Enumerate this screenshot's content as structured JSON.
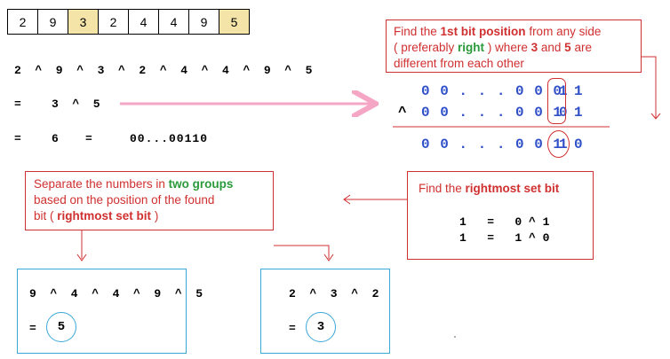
{
  "array": [
    {
      "value": "2",
      "highlight": false
    },
    {
      "value": "9",
      "highlight": false
    },
    {
      "value": "3",
      "highlight": true
    },
    {
      "value": "2",
      "highlight": false
    },
    {
      "value": "4",
      "highlight": false
    },
    {
      "value": "4",
      "highlight": false
    },
    {
      "value": "9",
      "highlight": false
    },
    {
      "value": "5",
      "highlight": true
    }
  ],
  "xor_lines": {
    "line1": "2  ^  9  ^  3  ^  2  ^  4  ^  4  ^  9  ^  5",
    "line2_eq": "=",
    "line2_expr": "3  ^  5",
    "line3_eq": "=",
    "line3_val": "6",
    "line3_eq2": "=",
    "line3_bin": "00...00110"
  },
  "find_box": {
    "p1": "Find  the",
    "p1_bold": "1st  bit  position",
    "p1_end": "from  any side",
    "p2_start": "( preferably",
    "p2_green": "right",
    "p2_mid": ")   where",
    "p2_b1": "3",
    "p2_and": "and",
    "p2_b2": "5",
    "p2_end": "are",
    "p3": "different  from  each  other"
  },
  "bit_rows": {
    "row1_prefix": "0 0 . . . 0 0 0",
    "row1_boxed": "1",
    "row1_last": "1",
    "row2_op": "^",
    "row2_prefix": "0 0 . . . 0 0 1",
    "row2_boxed": "0",
    "row2_last": "1",
    "row3_prefix": "0 0 . . . 0 0 1",
    "row3_circled": "1",
    "row3_last": "0"
  },
  "rightmost_box": {
    "title_start": "Find  the",
    "title_bold": "rightmost  set  bit",
    "eq1": "1   =   0 ^ 1",
    "eq2": "1   =   1 ^ 0"
  },
  "separate_box": {
    "l1_start": "Separate  the  numbers  in",
    "l1_green": "two  groups",
    "l2": "based  on  the  position  of  the  found",
    "l3_start": "bit  (",
    "l3_bold": "rightmost  set  bit",
    "l3_end": ")"
  },
  "group_left": {
    "expr": "9  ^  4  ^  4  ^  9  ^  5",
    "eq": "=",
    "result": "5"
  },
  "group_right": {
    "expr": "2  ^  3  ^  2",
    "eq": "=",
    "result": "3"
  },
  "colors": {
    "red": "#d03030",
    "blue": "#2f4fc8",
    "green": "#2a9a3a",
    "pink": "#f4a6c4",
    "cyan": "#3aa8d8"
  }
}
